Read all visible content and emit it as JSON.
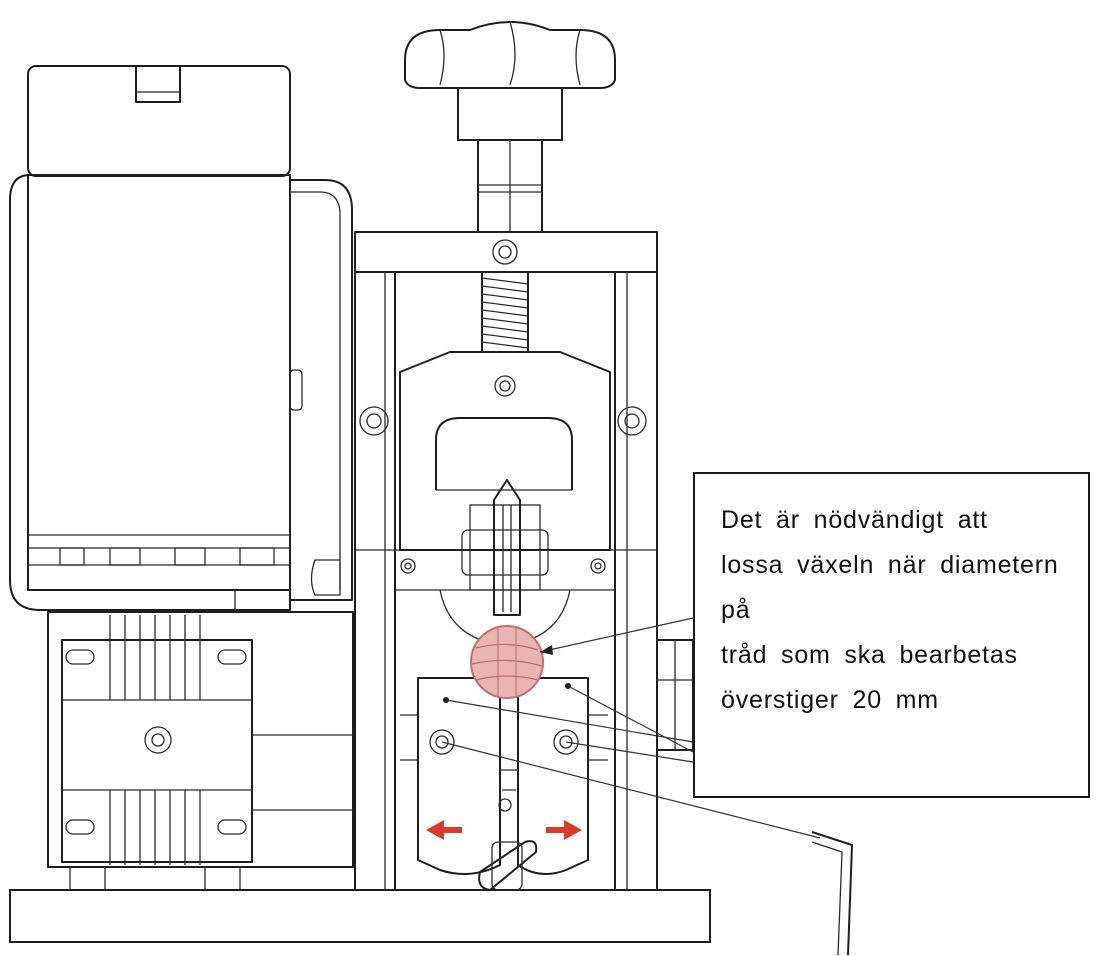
{
  "note": {
    "lines": [
      "Det är nödvändigt att",
      "lossa växeln när diametern",
      "på",
      "tråd som ska bearbetas",
      "överstiger 20 mm"
    ]
  },
  "colors": {
    "line": "#1e1e1e",
    "arrow": "#d93a2b",
    "highlight_fill": "#e9b5b0",
    "highlight_stroke": "#c0706b"
  }
}
